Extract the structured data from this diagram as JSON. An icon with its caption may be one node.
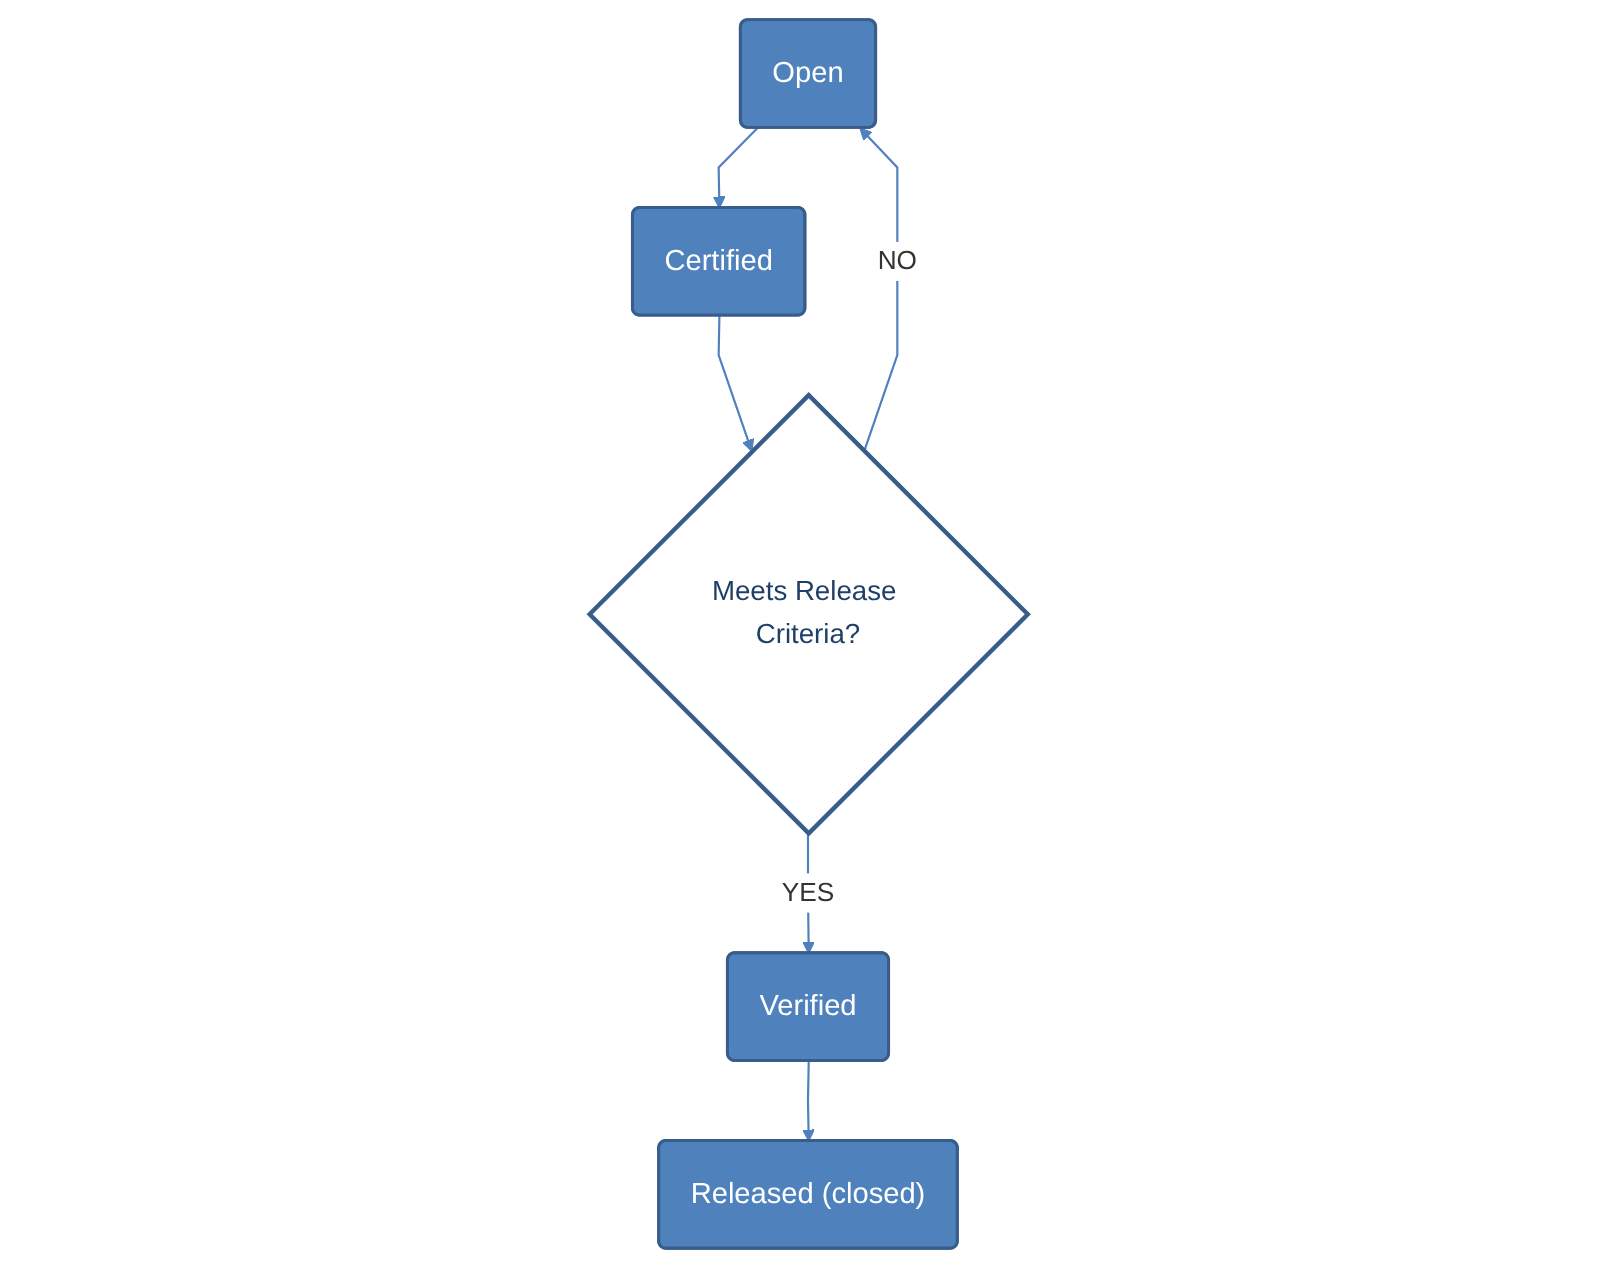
{
  "diagram": {
    "nodes": [
      {
        "text": [
          "Open"
        ]
      },
      {
        "text": [
          "Certified"
        ]
      },
      {
        "text": [
          "Meets Release Criteria?"
        ]
      },
      {
        "text": [
          "Verified"
        ]
      },
      {
        "text": [
          "Released (closed)"
        ]
      }
    ],
    "edges": [
      {
        "from": 0,
        "to": 1,
        "arrow": "to"
      },
      {
        "from": 1,
        "to": 2,
        "arrow": "to"
      },
      {
        "from": 2,
        "to": 0,
        "arrow": "to",
        "label": "NO"
      },
      {
        "from": 2,
        "to": 3,
        "arrow": "to",
        "label": "YES"
      },
      {
        "from": 3,
        "to": 4,
        "arrow": "to"
      }
    ]
  }
}
